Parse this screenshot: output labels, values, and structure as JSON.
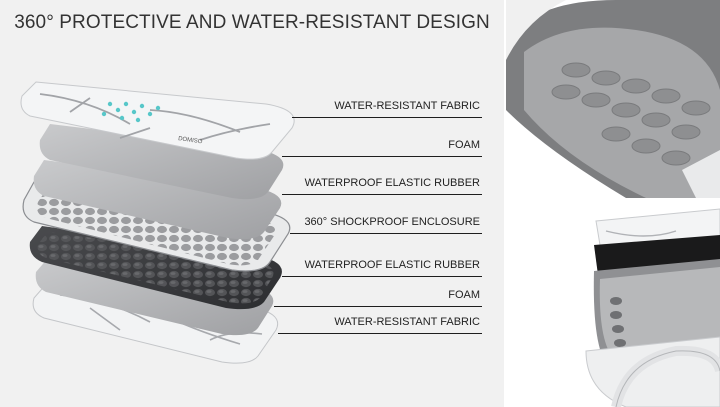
{
  "title": "360° PROTECTIVE AND WATER-RESISTANT DESIGN",
  "brand_mark": "DOMISO",
  "layers": [
    {
      "label": "WATER-RESISTANT FABRIC",
      "name": "label-water-resistant-fabric-top"
    },
    {
      "label": "FOAM",
      "name": "label-foam-top"
    },
    {
      "label": "WATERPROOF ELASTIC RUBBER",
      "name": "label-waterproof-elastic-rubber-top"
    },
    {
      "label": "360°   SHOCKPROOF ENCLOSURE",
      "name": "label-shockproof-enclosure"
    },
    {
      "label": "WATERPROOF ELASTIC RUBBER",
      "name": "label-waterproof-elastic-rubber-bottom"
    },
    {
      "label": "FOAM",
      "name": "label-foam-bottom"
    },
    {
      "label": "WATER-RESISTANT FABRIC",
      "name": "label-water-resistant-fabric-bottom"
    }
  ],
  "colors": {
    "panel_bg": "#f1f1f1",
    "marble": "#f4f5f6",
    "foam": "#a9aaac",
    "rubber": "#3c3d40",
    "plush": "#9a9a9a"
  }
}
